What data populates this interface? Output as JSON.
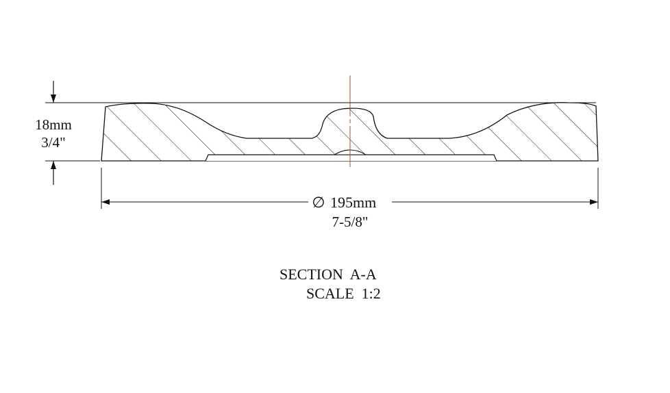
{
  "drawing": {
    "height_dimension": {
      "metric": "18mm",
      "imperial": "3/4\""
    },
    "diameter_dimension": {
      "symbol": "∅",
      "metric": "195mm",
      "imperial": "7-5/8\""
    },
    "section_title": "SECTION  A-A",
    "scale_label": "SCALE  1:2",
    "colors": {
      "line": "#111111",
      "centerline": "#8b5a3c",
      "background": "#ffffff"
    }
  }
}
